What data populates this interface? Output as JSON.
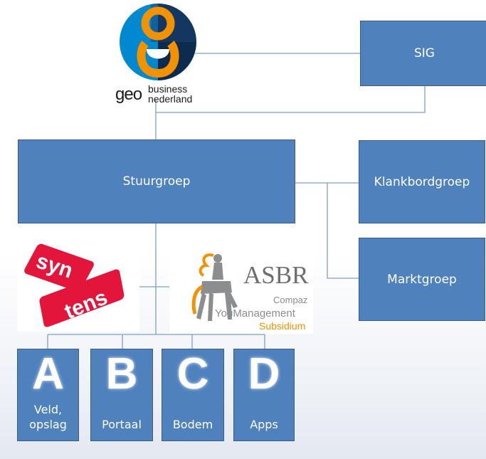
{
  "diagram": {
    "geo_logo": {
      "wordmark_main": "geo",
      "wordmark_top": "business",
      "wordmark_bottom": "nederland"
    },
    "sig": {
      "label": "SIG"
    },
    "stuurgroep": {
      "label": "Stuurgroep"
    },
    "klankbordgroep": {
      "label": "Klankbordgroep"
    },
    "marktgroep": {
      "label": "Marktgroep"
    },
    "syntens_logo": {
      "line1": "syn",
      "line2": "tens"
    },
    "asbr_logo": {
      "title": "ASBR",
      "line1": "Compaz",
      "line2": "YouManagement",
      "line3": "Subsidium"
    },
    "subgroups": [
      {
        "letter": "A",
        "label": "Veld,\nopslag"
      },
      {
        "letter": "B",
        "label": "Portaal"
      },
      {
        "letter": "C",
        "label": "Bodem"
      },
      {
        "letter": "D",
        "label": "Apps"
      }
    ]
  },
  "colors": {
    "box_fill": "#4f81bd",
    "box_border": "#385d8a",
    "connector": "#7f9fc8",
    "syntens_red": "#e3153b",
    "geo_orange": "#f39200",
    "geo_blue": "#0089cf",
    "asbr_orange": "#f39200"
  }
}
